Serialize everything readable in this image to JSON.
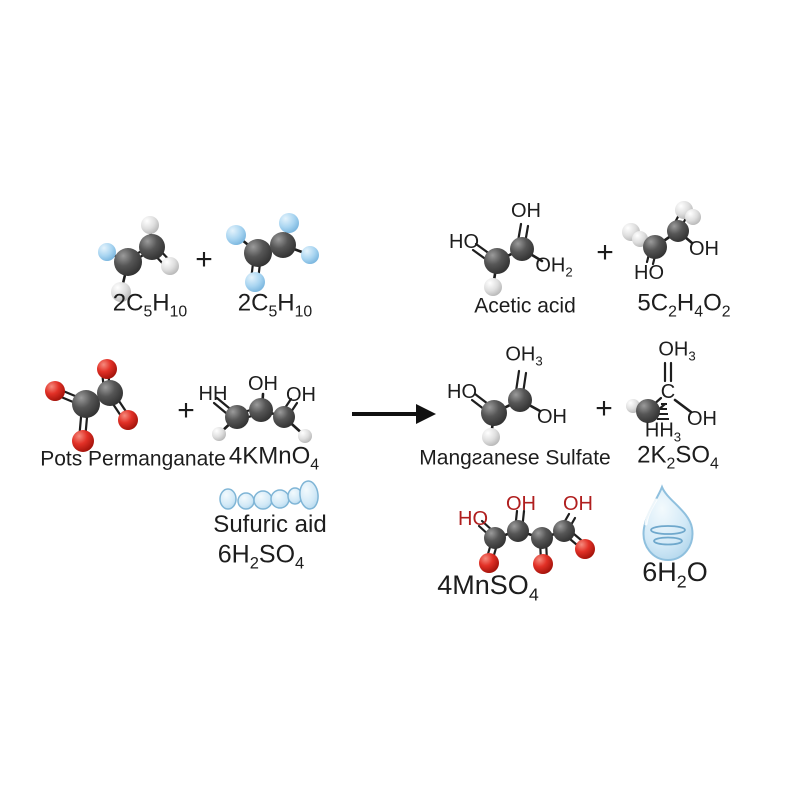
{
  "reaction": {
    "plus": "+",
    "molecules": {
      "pentene_a": {
        "formula": "2C_5_H_10_"
      },
      "pentene_b": {
        "formula": "2C_5_H_10_"
      },
      "acetic": {
        "name": "Acetic acid",
        "top": "OH",
        "left": "HO",
        "right": "OH_2_"
      },
      "c2h4o2": {
        "formula": "5C_2_H_4_O_2_",
        "right": "OH",
        "bottom": "HO"
      },
      "permanganate": {
        "name": "Pots Permanganate"
      },
      "kmno4": {
        "formula": "4KMnO_4_",
        "left": "HH",
        "top": "OH",
        "right": "OH"
      },
      "sulfuric": {
        "name": "Sufuric aid",
        "formula": "6H_2_SO_4_"
      },
      "mnsulfate": {
        "name": "Mangƨanese Sulfate",
        "top": "OH_3_",
        "left": "HO",
        "right": "OH"
      },
      "k2so4": {
        "formula": "2K_2_SO_4_",
        "top": "OH_3_",
        "center": "C",
        "right": "OH",
        "bottom": "HH_3_"
      },
      "mnso4": {
        "formula": "4MnSO_4_",
        "left": "HO",
        "top": "OH",
        "top_right": "OH"
      },
      "water": {
        "formula": "6H_2_O"
      }
    },
    "colors": {
      "carbon_gray": "#4c4c4c",
      "hydrogen_gray": "#d9d9d9",
      "substituent_blue": "#a9d5f1",
      "oxygen_red": "#e23127",
      "red_label_text": "#b01e1e",
      "text": "#1d1d1d",
      "droplet_blue": "#cfe8f7"
    }
  }
}
